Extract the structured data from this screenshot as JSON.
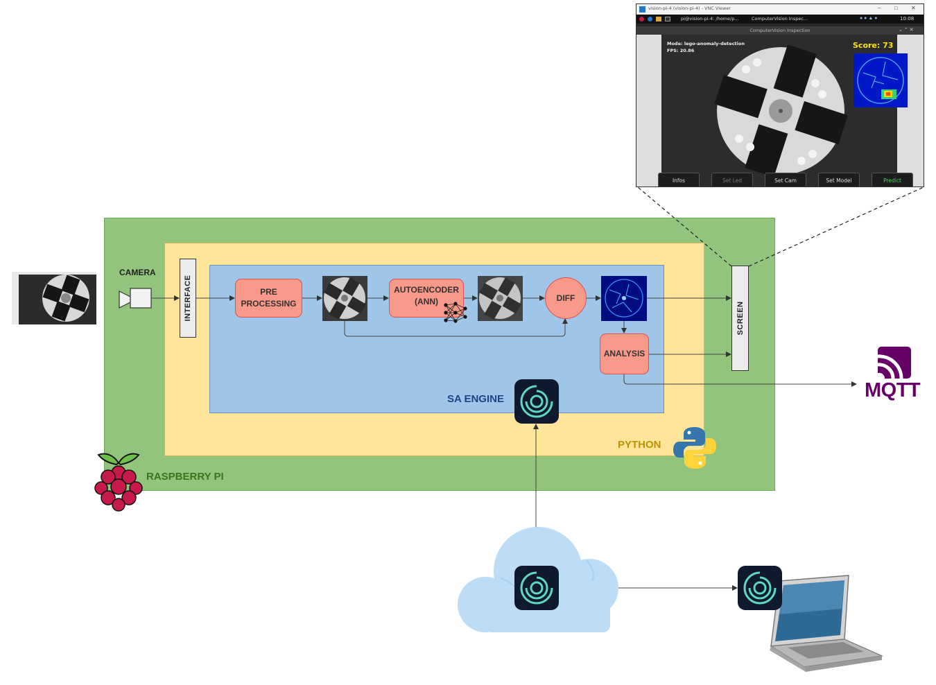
{
  "layers": {
    "raspberry_pi": "RASPBERRY PI",
    "python": "PYTHON",
    "sa_engine": "SA ENGINE"
  },
  "pipeline": {
    "camera": "CAMERA",
    "interface": "INTERFACE",
    "preprocessing": "PRE\nPROCESSING",
    "autoencoder": "AUTOENCODER\n(ANN)",
    "diff": "DIFF",
    "analysis": "ANALYSIS",
    "screen": "SCREEN"
  },
  "mqtt": "MQTT",
  "vnc": {
    "os_title": "vision-pi-4 (vision-pi-4) - VNC Viewer",
    "taskbar_terminal": "pi@vision-pi-4: /home/p...",
    "taskbar_app": "ComputerVision Inspec...",
    "clock": "10:08",
    "app_title": "ComputerVision Inspection",
    "mode": "Mode: lego-anomaly-detection",
    "fps": "FPS: 20.86",
    "score": "Score: 73",
    "buttons": [
      "Infos",
      "Set Led",
      "Set Cam",
      "Set Model",
      "Predict"
    ]
  },
  "colors": {
    "raspberry_bg": "#93c47d",
    "python_bg": "#ffe599",
    "sa_engine_bg": "#9fc5e8",
    "process_fill": "#f9998a",
    "mqtt_purple": "#660066",
    "raspberry_label": "#38761d",
    "python_label": "#bf9000",
    "sa_label": "#1c4587"
  },
  "icons": [
    "camera-icon",
    "neural-network-icon",
    "sa-engine-logo",
    "python-logo",
    "raspberry-pi-logo",
    "mqtt-logo",
    "cloud-icon",
    "laptop-icon"
  ]
}
